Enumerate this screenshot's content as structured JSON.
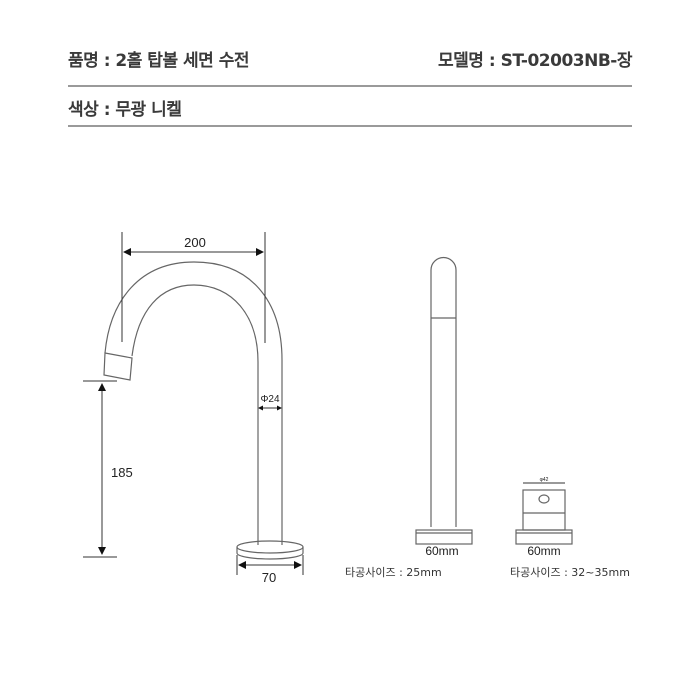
{
  "header": {
    "product_name": "품명 : 2홀 탑볼 세면 수전",
    "model": "모델명 : ST-02003NB-장",
    "color": "색상 : 무광 니켈"
  },
  "drawing": {
    "spout_reach": "200",
    "spout_height": "185",
    "pipe_diameter": "Φ24",
    "base_diameter": "70",
    "handle_base": "60mm",
    "handle_hole": "타공사이즈 : 25mm",
    "valve_base": "60mm",
    "valve_hole": "타공사이즈 : 32~35mm",
    "valve_top_label": "φ42"
  }
}
